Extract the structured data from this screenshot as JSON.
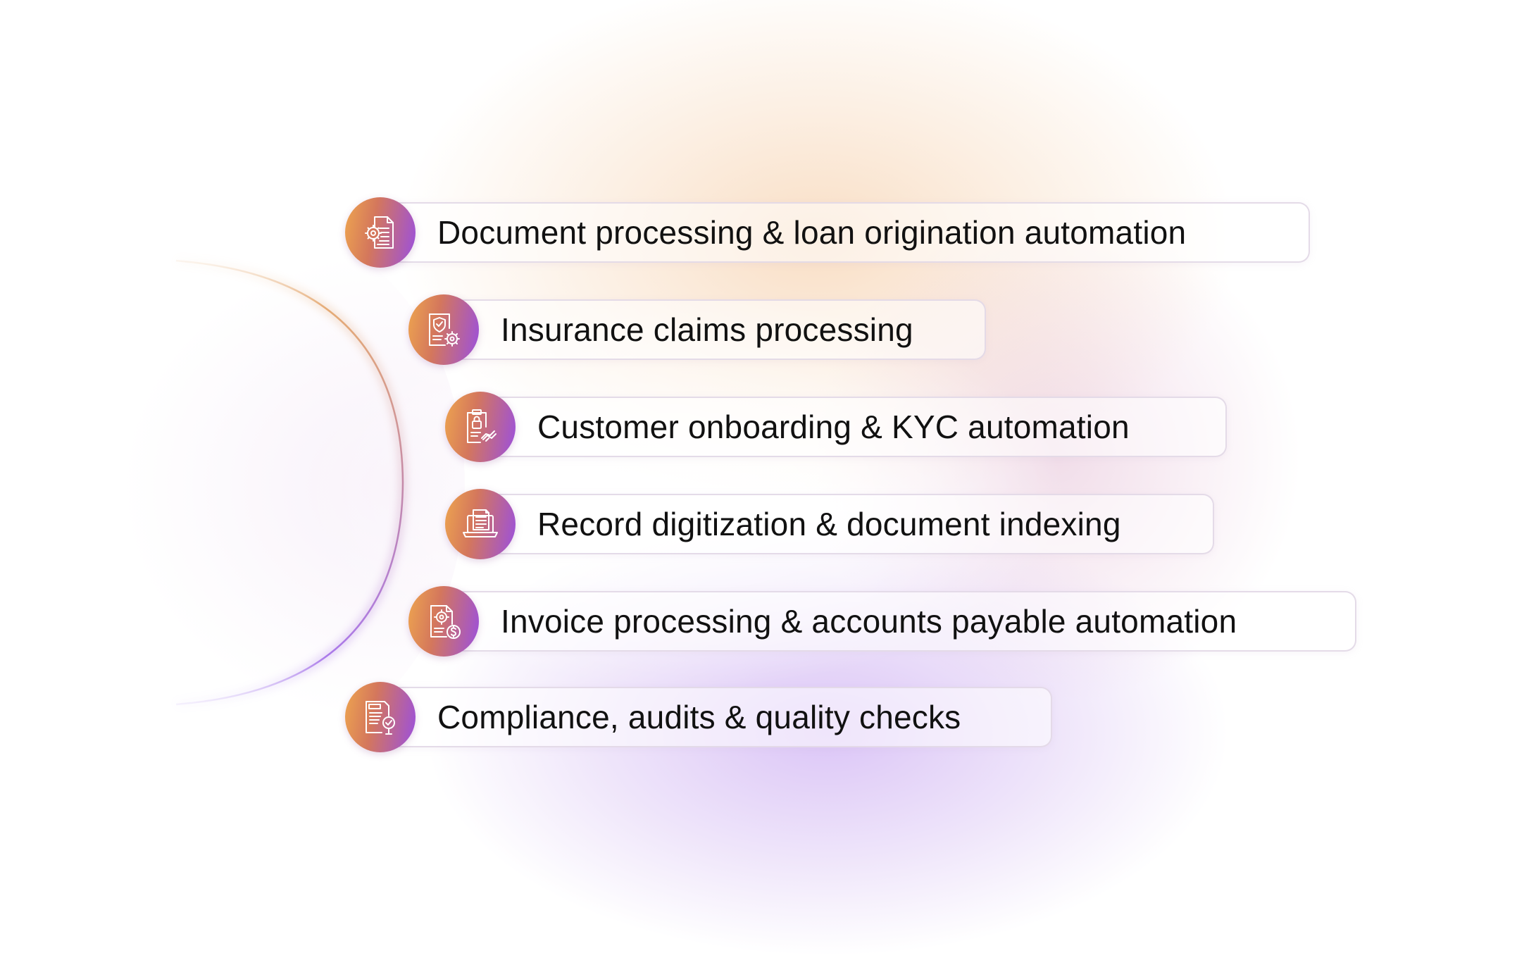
{
  "colors": {
    "badge_gradient_start": "#eea54f",
    "badge_gradient_end": "#9a4fe0",
    "arc_top": "#e3a46a",
    "arc_bottom": "#a36ee8",
    "text": "#111111"
  },
  "items": [
    {
      "label": "Document processing & loan origination automation",
      "icon": "document-gear-icon"
    },
    {
      "label": "Insurance claims processing",
      "icon": "shield-document-gear-icon"
    },
    {
      "label": "Customer onboarding & KYC automation",
      "icon": "clipboard-lock-handshake-icon"
    },
    {
      "label": "Record digitization & document indexing",
      "icon": "laptop-document-icon"
    },
    {
      "label": "Invoice processing & accounts payable automation",
      "icon": "invoice-dollar-icon"
    },
    {
      "label": "Compliance, audits & quality checks",
      "icon": "audit-document-magnifier-icon"
    }
  ]
}
